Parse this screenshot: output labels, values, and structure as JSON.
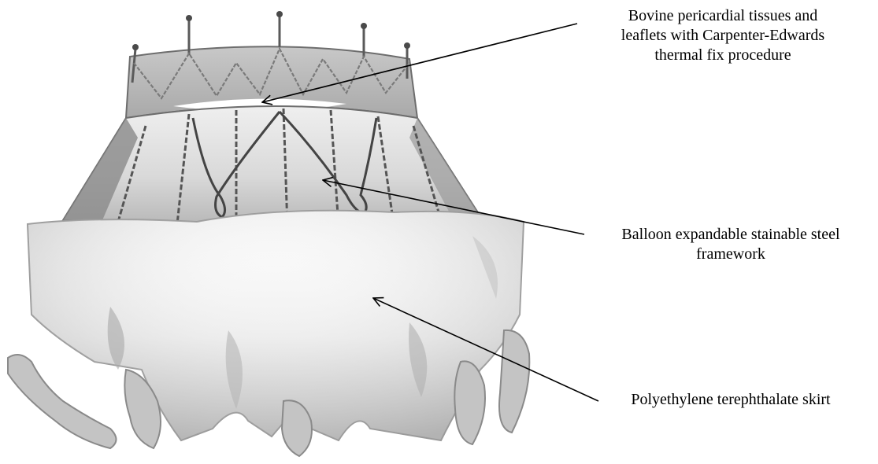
{
  "figure": {
    "labels": [
      {
        "id": "tissue",
        "lines": [
          "Bovine pericardial tissues and",
          "leaflets with Carpenter-Edwards",
          "thermal fix procedure"
        ]
      },
      {
        "id": "frame",
        "lines": [
          "Balloon expandable stainable steel",
          "framework"
        ]
      },
      {
        "id": "skirt",
        "lines": [
          "Polyethylene terephthalate skirt"
        ]
      }
    ]
  }
}
